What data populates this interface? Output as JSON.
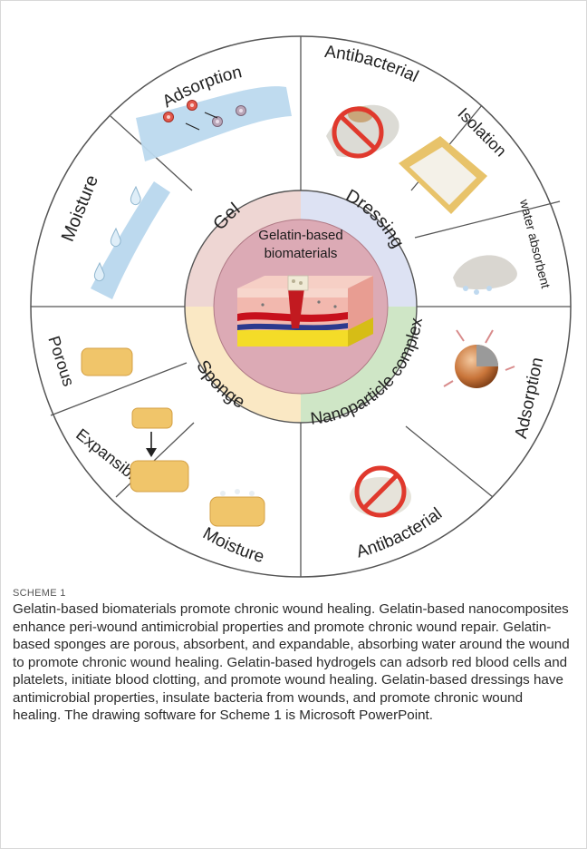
{
  "diagram": {
    "center": {
      "line1": "Gelatin-based",
      "line2": "biomaterials"
    },
    "categories": {
      "gel": "Gel",
      "dressing": "Dressing",
      "nanoparticle": "Nanoparticle complex",
      "sponge": "Sponge"
    },
    "properties": {
      "adsorption_gel": "Adsorption",
      "moisture_gel": "Moisture",
      "antibacterial_dressing": "Antibacterial",
      "isolation": "Isolation",
      "water_absorbent": "water absorbent",
      "adsorption_nano": "Adsorption",
      "antibacterial_nano": "Antibacterial",
      "moisture_sponge": "Moisture",
      "expansibility": "Expansibility",
      "porous": "Porous"
    },
    "colors": {
      "gel_ring": "#eed6d3",
      "dressing_ring": "#dde2f3",
      "nano_ring": "#cfe6c6",
      "sponge_ring": "#fae8c4",
      "center": "#dcaab5",
      "outline": "#4a4a4a"
    }
  },
  "caption": {
    "label": "SCHEME 1",
    "text": "Gelatin-based biomaterials promote chronic wound healing. Gelatin-based nanocomposites enhance peri-wound antimicrobial properties and promote chronic wound repair. Gelatin-based sponges are porous, absorbent, and expandable, absorbing water around the wound to promote chronic wound healing. Gelatin-based hydrogels can adsorb red blood cells and platelets, initiate blood clotting, and promote wound healing. Gelatin-based dressings have antimicrobial properties, insulate bacteria from wounds, and promote chronic wound healing. The drawing software for Scheme 1 is Microsoft PowerPoint."
  }
}
